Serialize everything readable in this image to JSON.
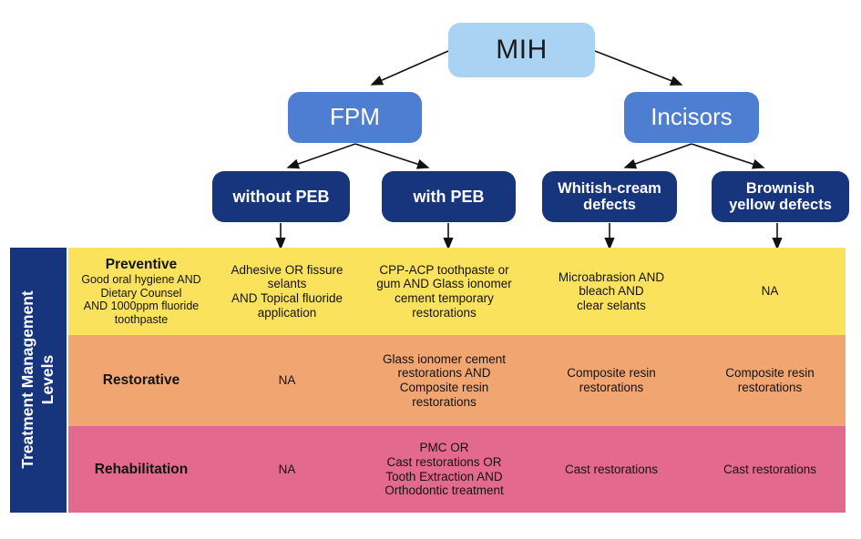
{
  "colors": {
    "light-blue": "#a9d2f3",
    "mid-blue": "#4d7ed2",
    "navy": "#17357d",
    "row-yellow": "#fbe25d",
    "row-orange": "#f1a672",
    "row-pink": "#e4698f",
    "arrow": "#111111"
  },
  "flowchart": {
    "root_label": "MIH",
    "fpm_label": "FPM",
    "incisors_label": "Incisors",
    "without_peb_label": "without PEB",
    "with_peb_label": "with PEB",
    "whitish_label": "Whitish-cream\ndefects",
    "brownish_label": "Brownish\nyellow defects"
  },
  "table": {
    "sidebar_label": "Treatment Management\nLevels",
    "rows": [
      {
        "level": "Preventive",
        "level_detail": "Good oral hygiene AND\nDietary Counsel\nAND 1000ppm fluoride\ntoothpaste",
        "cells": [
          "Adhesive OR fissure selants\nAND Topical fluoride\napplication",
          "CPP-ACP toothpaste or\ngum AND Glass ionomer\ncement temporary\nrestorations",
          "Microabrasion AND\nbleach AND\nclear selants",
          "NA"
        ]
      },
      {
        "level": "Restorative",
        "cells": [
          "NA",
          "Glass ionomer cement\nrestorations AND\nComposite resin\nrestorations",
          "Composite resin\nrestorations",
          "Composite resin\nrestorations"
        ]
      },
      {
        "level": "Rehabilitation",
        "cells": [
          "NA",
          "PMC OR\nCast restorations OR\nTooth Extraction AND\nOrthodontic treatment",
          "Cast restorations",
          "Cast restorations"
        ]
      }
    ]
  }
}
